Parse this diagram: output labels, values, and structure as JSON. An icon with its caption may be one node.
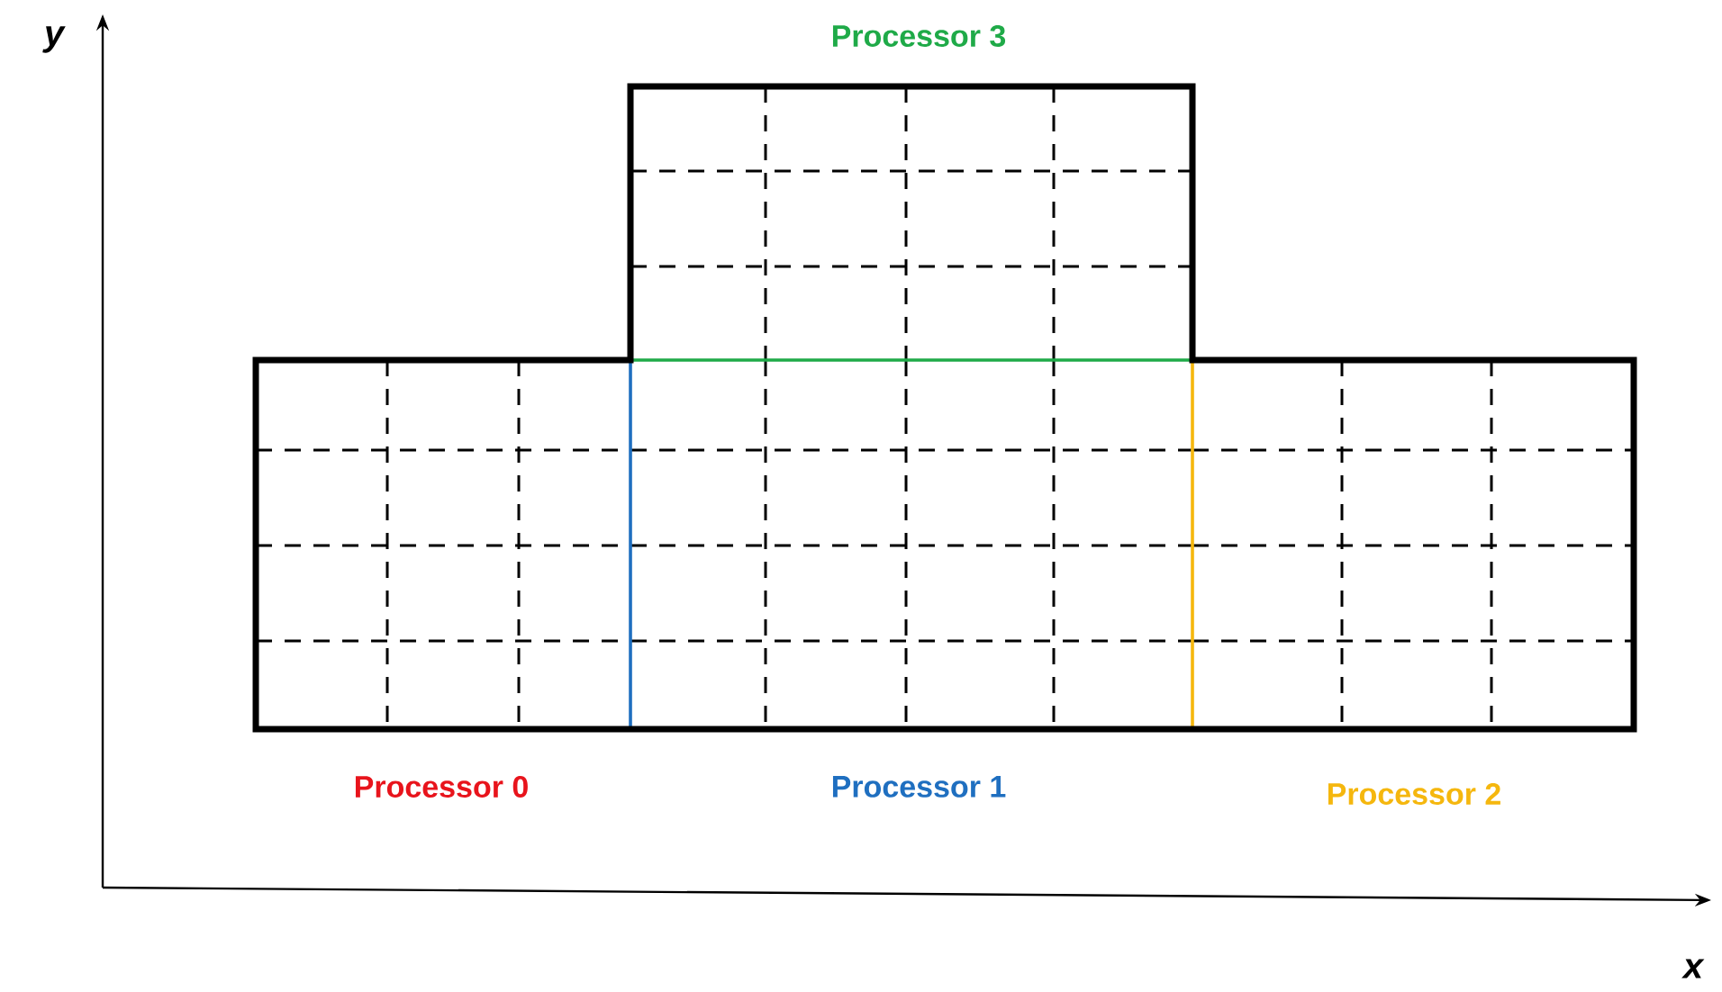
{
  "diagram": {
    "nodes": [
      {
        "text": [
          "Processor 0"
        ]
      },
      {
        "text": [
          "Processor 1"
        ]
      },
      {
        "text": [
          "Processor 2"
        ]
      },
      {
        "text": [
          "Processor 3"
        ]
      }
    ],
    "labels": [
      "y",
      "x"
    ]
  }
}
